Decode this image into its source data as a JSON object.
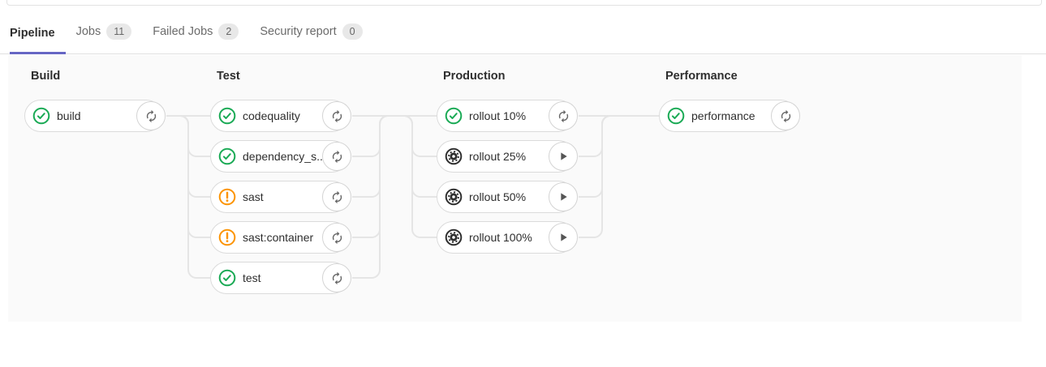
{
  "tabs": [
    {
      "label": "Pipeline",
      "badge": null,
      "active": true
    },
    {
      "label": "Jobs",
      "badge": "11",
      "active": false
    },
    {
      "label": "Failed Jobs",
      "badge": "2",
      "active": false
    },
    {
      "label": "Security report",
      "badge": "0",
      "active": false
    }
  ],
  "graph": {
    "stages": [
      {
        "title": "Build",
        "jobs": [
          {
            "name": "build",
            "status": "success",
            "action": "retry"
          }
        ]
      },
      {
        "title": "Test",
        "jobs": [
          {
            "name": "codequality",
            "status": "success",
            "action": "retry"
          },
          {
            "name": "dependency_s...",
            "status": "success",
            "action": "retry"
          },
          {
            "name": "sast",
            "status": "warning",
            "action": "retry"
          },
          {
            "name": "sast:container",
            "status": "warning",
            "action": "retry"
          },
          {
            "name": "test",
            "status": "success",
            "action": "retry"
          }
        ]
      },
      {
        "title": "Production",
        "jobs": [
          {
            "name": "rollout 10%",
            "status": "success",
            "action": "retry"
          },
          {
            "name": "rollout 25%",
            "status": "manual",
            "action": "play"
          },
          {
            "name": "rollout 50%",
            "status": "manual",
            "action": "play"
          },
          {
            "name": "rollout 100%",
            "status": "manual",
            "action": "play"
          }
        ]
      },
      {
        "title": "Performance",
        "jobs": [
          {
            "name": "performance",
            "status": "success",
            "action": "retry"
          }
        ]
      }
    ]
  },
  "colors": {
    "success": "#1aaa55",
    "warning": "#fc9403",
    "manual": "#2e2e2e",
    "active_tab_underline": "#6666c4",
    "connector": "#e5e5e5",
    "graph_background": "#fafafa"
  }
}
